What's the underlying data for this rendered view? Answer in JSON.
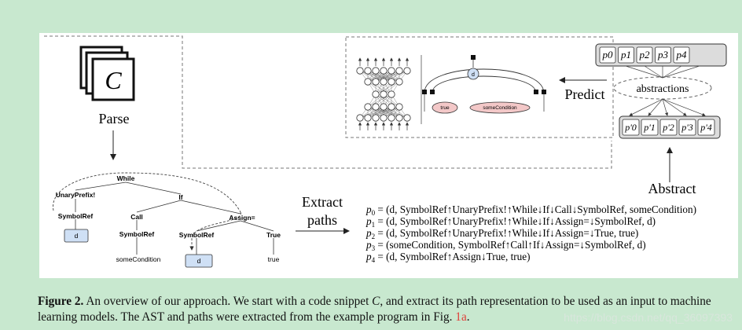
{
  "figure": {
    "logo_letter": "C",
    "parse_label": "Parse",
    "extract_label_line1": "Extract",
    "extract_label_line2": "paths",
    "predict_label": "Predict",
    "abstract_label": "Abstract",
    "abstractions_label": "abstractions",
    "ast": {
      "while": "While",
      "unary": "UnaryPrefix!",
      "if": "If",
      "symbolref1": "SymbolRef",
      "d1": "d",
      "call": "Call",
      "assign": "Assign=",
      "symbolref2": "SymbolRef",
      "symbolref3": "SymbolRef",
      "true_node": "True",
      "some_condition": "someCondition",
      "d2": "d",
      "true_leaf": "true"
    },
    "top_paths": [
      "p0",
      "p1",
      "p2",
      "p3",
      "p4"
    ],
    "abstracted_paths": [
      "p'0",
      "p'1",
      "p'2",
      "p'3",
      "p'4"
    ],
    "model": {
      "node_d": "d",
      "node_true": "true",
      "node_some_condition": "someCondition"
    },
    "paths": [
      {
        "label": "p",
        "sub": "0",
        "text": "= (d, SymbolRef↑UnaryPrefix!↑While↓If↓Call↓SymbolRef, someCondition)"
      },
      {
        "label": "p",
        "sub": "1",
        "text": "= (d, SymbolRef↑UnaryPrefix!↑While↓If↓Assign=↓SymbolRef, d)"
      },
      {
        "label": "p",
        "sub": "2",
        "text": "= (d, SymbolRef↑UnaryPrefix!↑While↓If↓Assign=↓True, true)"
      },
      {
        "label": "p",
        "sub": "3",
        "text": "= (someCondition, SymbolRef↑Call↑If↓Assign=↓SymbolRef, d)"
      },
      {
        "label": "p",
        "sub": "4",
        "text": "= (d, SymbolRef↑Assign↓True, true)"
      }
    ]
  },
  "caption": {
    "prefix": "Figure 2.",
    "text_before_ref": " An overview of our approach. We start with a code snippet ",
    "c_var": "C",
    "text_after_c": ", and extract its path representation to be used as an input to machine learning models. The AST and paths were extracted from the example program in Fig. ",
    "ref": "1a",
    "suffix": ".",
    "watermark": "https://blog.csdn.net/qq_36097393"
  }
}
